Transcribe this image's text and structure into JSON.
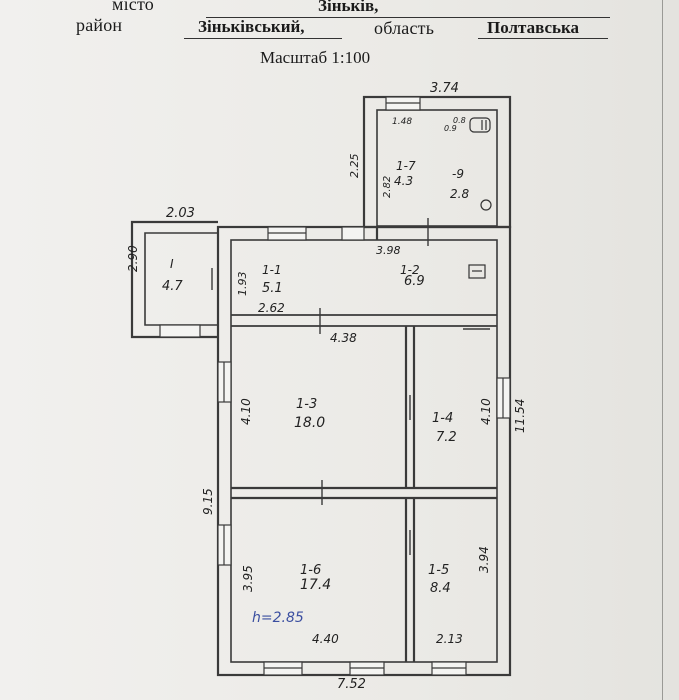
{
  "header": {
    "city_label": "місто",
    "city_value": "Зіньків,",
    "district_label": "район",
    "district_value": "Зіньківський,",
    "region_label": "область",
    "region_value": "Полтавська",
    "scale": "Масштаб 1:100"
  },
  "dimensions": {
    "top_width": "3.74",
    "d_148": "1.48",
    "d_08": "0.8",
    "d_09": "0.9",
    "d_225": "2.25",
    "d_282": "2.82",
    "d_203": "2.03",
    "d_290": "2.90",
    "d_193": "1.93",
    "d_398": "3.98",
    "d_262": "2.62",
    "d_438": "4.38",
    "d_410_left": "4.10",
    "d_410_right": "4.10",
    "d_1154": "11.54",
    "d_915": "9.15",
    "d_395": "3.95",
    "d_394": "3.94",
    "d_440": "4.40",
    "d_213": "2.13",
    "d_752": "7.52",
    "height": "h=2.85"
  },
  "rooms": [
    {
      "id": "I",
      "area": "4.7"
    },
    {
      "id": "1-1",
      "area": "5.1"
    },
    {
      "id": "1-2",
      "area": "6.9"
    },
    {
      "id": "1-3",
      "area": "18.0"
    },
    {
      "id": "1-4",
      "area": "7.2"
    },
    {
      "id": "1-5",
      "area": "8.4"
    },
    {
      "id": "1-6",
      "area": "17.4"
    },
    {
      "id": "1-7",
      "area": "4.3"
    },
    {
      "id": "-9",
      "area": "2.8"
    }
  ],
  "colors": {
    "walls": "#3a3a3a",
    "height_ink": "#3b4fa0"
  }
}
